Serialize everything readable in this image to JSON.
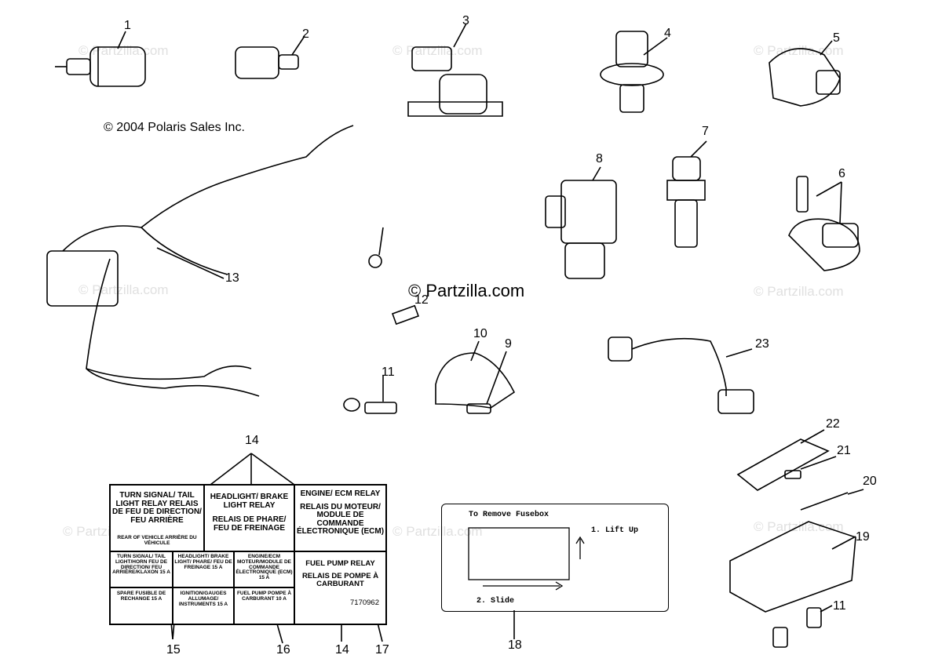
{
  "copyright": "© 2004 Polaris Sales Inc.",
  "watermark_center": "© Partzilla.com",
  "watermark_faint": "© Partzilla.com",
  "callouts": {
    "c1": "1",
    "c2": "2",
    "c3": "3",
    "c4": "4",
    "c5": "5",
    "c6": "6",
    "c7": "7",
    "c8": "8",
    "c9": "9",
    "c10": "10",
    "c11a": "11",
    "c11b": "11",
    "c12": "12",
    "c13": "13",
    "c14a": "14",
    "c14b": "14",
    "c15": "15",
    "c16": "16",
    "c17": "17",
    "c18": "18",
    "c19": "19",
    "c20": "20",
    "c21": "21",
    "c22": "22",
    "c23": "23"
  },
  "label_sheet": {
    "turn_signal": "TURN SIGNAL/ TAIL LIGHT RELAY RELAIS DE FEU DE DIRECTION/ FEU ARRIÈRE",
    "rear_of_vehicle": "REAR OF VEHICLE ARRIÈRE DU VÉHICULE",
    "headlight": "HEADLIGHT/ BRAKE LIGHT RELAY",
    "headlight_fr": "RELAIS DE PHARE/ FEU DE FREINAGE",
    "engine": "ENGINE/ ECM RELAY",
    "engine_fr": "RELAIS DU MOTEUR/ MODULE DE COMMANDE ÉLECTRONIQUE (ECM)",
    "fuse1": "TURN SIGNAL/ TAIL LIGHT/HORN FEU DE DIRECTION/ FEU ARRIÈRE/KLAXON 15 A",
    "fuse2": "HEADLIGHT/ BRAKE LIGHT/ PHARE/ FEU DE FREINAGE 15 A",
    "fuse3": "ENGINE/ECM MOTEUR/MODULE DE COMMANDE ÉLECTRONIQUE (ECM) 15 A",
    "fuse4": "SPARE FUSIBLE DE RECHANGE 15 A",
    "fuse5": "IGNITION/GAUGES ALLUMAGE/ INSTRUMENTS 15 A",
    "fuse6": "FUEL PUMP POMPE À CARBURANT 10 A",
    "fuel_pump": "FUEL PUMP RELAY",
    "fuel_pump_fr": "RELAIS DE POMPE À CARBURANT",
    "part_no": "7170962"
  },
  "fusebox_decal": {
    "title": "To Remove Fusebox",
    "step1": "1. Lift Up",
    "step2": "2. Slide"
  }
}
